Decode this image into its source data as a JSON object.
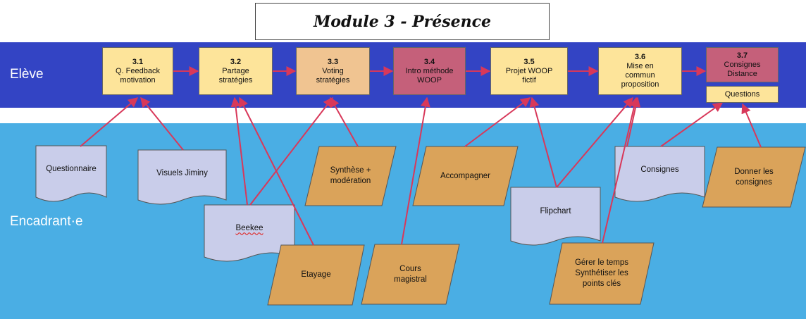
{
  "title": "Module 3 - Présence",
  "lanes": {
    "eleve": "Elève",
    "encadrant": "Encadrant·e"
  },
  "steps": [
    {
      "num": "3.1",
      "label": "Q. Feedback\nmotivation",
      "color": "#fde49a"
    },
    {
      "num": "3.2",
      "label": "Partage\nstratégies",
      "color": "#fde49a"
    },
    {
      "num": "3.3",
      "label": "Voting\nstratégies",
      "color": "#f0c491"
    },
    {
      "num": "3.4",
      "label": "Intro méthode\nWOOP",
      "color": "#c5607a"
    },
    {
      "num": "3.5",
      "label": "Projet WOOP\nfictif",
      "color": "#fde49a"
    },
    {
      "num": "3.6",
      "label": "Mise en\ncommun\nproposition",
      "color": "#fde49a"
    },
    {
      "num": "3.7",
      "label": "Consignes\nDistance",
      "color": "#c5607a"
    }
  ],
  "questions_label": "Questions",
  "documents": [
    {
      "key": "questionnaire",
      "label": "Questionnaire"
    },
    {
      "key": "visuels",
      "label": "Visuels Jiminy"
    },
    {
      "key": "beekee",
      "label": "Beekee"
    },
    {
      "key": "flipchart",
      "label": "Flipchart"
    },
    {
      "key": "consignes",
      "label": "Consignes"
    }
  ],
  "activities": [
    {
      "key": "synthese",
      "label": "Synthèse +\nmodération"
    },
    {
      "key": "accompagner",
      "label": "Accompagner"
    },
    {
      "key": "donner",
      "label": "Donner les\nconsignes"
    },
    {
      "key": "etayage",
      "label": "Etayage"
    },
    {
      "key": "cours",
      "label": "Cours\nmagistral"
    },
    {
      "key": "gerer",
      "label": "Gérer le temps\nSynthétiser les\npoints clés"
    }
  ],
  "colors": {
    "document": "#c9cdea",
    "activity": "#daa35a",
    "arrow": "#d8385a",
    "eleve_band": "#3344c4",
    "encadrant_band": "#4aaee4"
  }
}
